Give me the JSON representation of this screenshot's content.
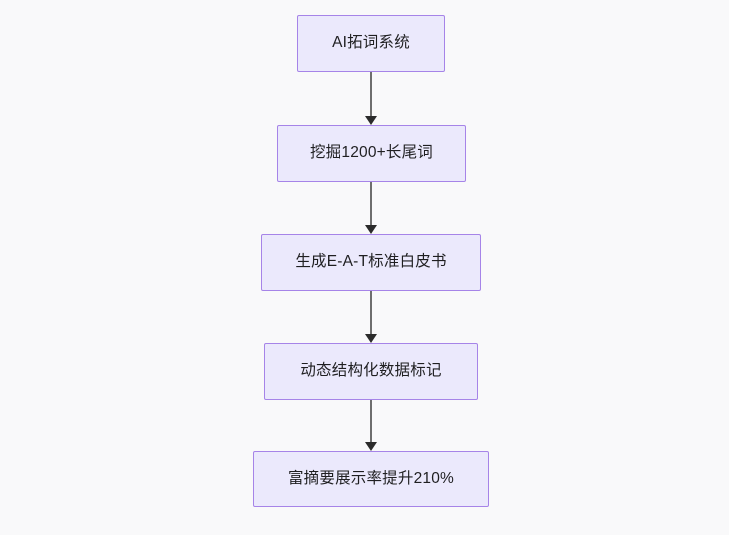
{
  "diagram": {
    "type": "flowchart",
    "orientation": "top-to-bottom",
    "background_color": "#f9f9fa",
    "node_fill_color": "#ebe9fc",
    "node_border_color": "#a684e8",
    "node_text_color": "#1f1f21",
    "connector_color": "#6e6e6e",
    "arrowhead_color": "#2b2b2b",
    "nodes": [
      {
        "id": "node-1",
        "label": "AI拓词系统"
      },
      {
        "id": "node-2",
        "label": "挖掘1200+长尾词"
      },
      {
        "id": "node-3",
        "label": "生成E-A-T标准白皮书"
      },
      {
        "id": "node-4",
        "label": "动态结构化数据标记"
      },
      {
        "id": "node-5",
        "label": "富摘要展示率提升210%"
      }
    ],
    "edges": [
      {
        "id": "edge-1",
        "from": "node-1",
        "to": "node-2"
      },
      {
        "id": "edge-2",
        "from": "node-2",
        "to": "node-3"
      },
      {
        "id": "edge-3",
        "from": "node-3",
        "to": "node-4"
      },
      {
        "id": "edge-4",
        "from": "node-4",
        "to": "node-5"
      }
    ]
  }
}
